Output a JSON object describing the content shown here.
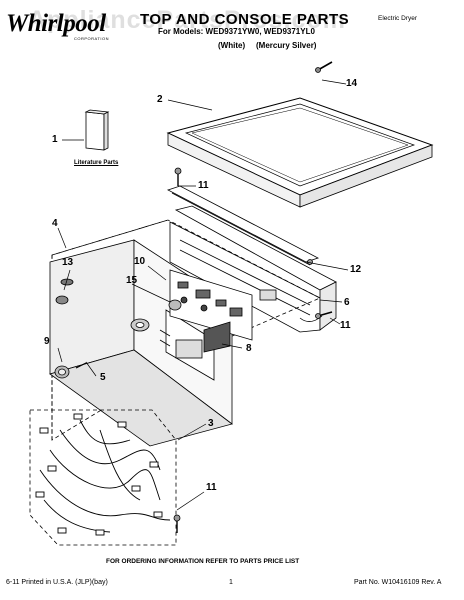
{
  "header": {
    "brand": "Whirlpool",
    "brand_sub": "CORPORATION",
    "title": "TOP AND CONSOLE PARTS",
    "product_type": "Electric Dryer",
    "models_line": "For Models: WED9371YW0, WED9371YL0",
    "color_white": "(White)",
    "color_silver": "(Mercury Silver)",
    "watermark": "AppliancePartsPros.com"
  },
  "labels": {
    "literature_parts": "Literature Parts"
  },
  "callouts": {
    "c1": "1",
    "c2": "2",
    "c3": "3",
    "c4": "4",
    "c5": "5",
    "c6": "6",
    "c8": "8",
    "c9": "9",
    "c10": "10",
    "c11a": "11",
    "c11b": "11",
    "c11c": "11",
    "c12": "12",
    "c13": "13",
    "c14": "14",
    "c15": "15"
  },
  "footer": {
    "order_info": "FOR ORDERING INFORMATION REFER TO PARTS PRICE LIST",
    "printed": "6-11 Printed in U.S.A. (JLP)(bay)",
    "page": "1",
    "part_no": "Part No. W10416109 Rev. A"
  }
}
